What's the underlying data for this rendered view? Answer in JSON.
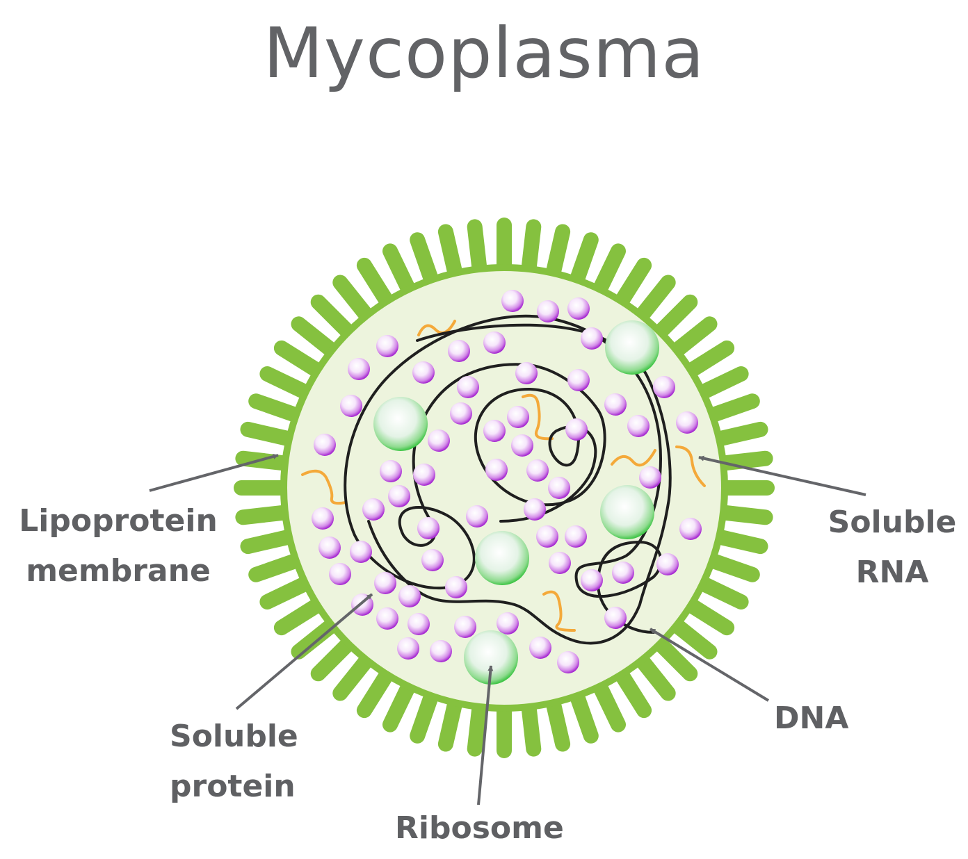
{
  "title": "Mycoplasma",
  "labels": {
    "lipoprotein_membrane": [
      "Lipoprotein",
      "membrane"
    ],
    "soluble_rna": [
      "Soluble",
      "RNA"
    ],
    "soluble_protein": [
      "Soluble",
      "protein"
    ],
    "ribosome": "Ribosome",
    "dna": "DNA"
  },
  "colors": {
    "membrane": "#85c13f",
    "cytoplasm": "#edf4dd",
    "protein": "#b13ad8",
    "ribosome": "#2fc43a",
    "rna": "#f4a93a",
    "dna": "#222222",
    "arrow": "#646569",
    "text": "#5f6063"
  }
}
